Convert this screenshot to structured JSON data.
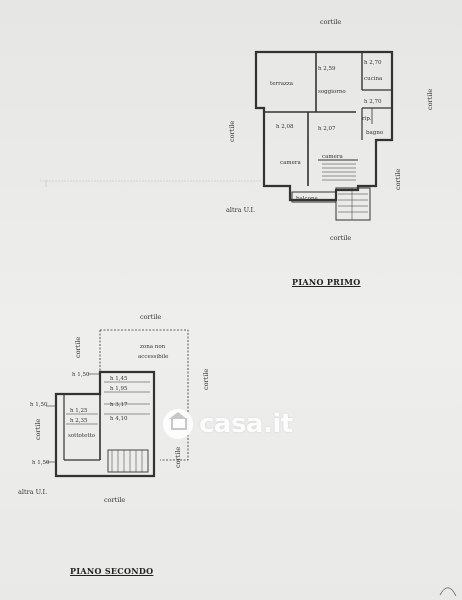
{
  "plan_first": {
    "title": "PIANO PRIMO",
    "cortile": "cortile",
    "altra_ui": "altra U.I.",
    "rooms": {
      "terrazza": "terrazza",
      "cucina": "cucina",
      "soggiorno": "soggiorno",
      "camera_a": "camera",
      "camera_b": "camera",
      "bagno": "bagno",
      "rip": "rip.",
      "balcone": "balcone"
    },
    "heights": {
      "h1": "h 2,59",
      "h2": "h 2,70",
      "h3": "h 2,70",
      "h4": "h 2,08",
      "h5": "h 2,07"
    }
  },
  "plan_second": {
    "title": "PIANO SECONDO",
    "cortile": "cortile",
    "altra_ui": "altra U.I.",
    "zona": "zona non",
    "accessibile": "accessibile",
    "sottotetto": "sottotetto",
    "heights": {
      "h150a": "h 1,50",
      "h150b": "h 1,50",
      "h150c": "h 1,50",
      "h145": "h 1,45",
      "h195": "h 1,95",
      "h125": "h 1,25",
      "h317": "h 3,17",
      "h235": "h 2,35",
      "h410": "h 4,10"
    }
  },
  "watermark": {
    "text": "casa.it"
  }
}
